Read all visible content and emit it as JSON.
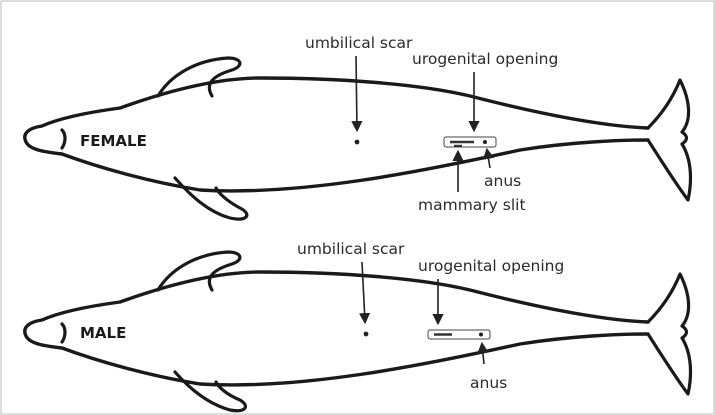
{
  "female": {
    "sex_label": "FEMALE",
    "umbilical_label": "umbilical scar",
    "urogenital_label": "urogenital opening",
    "anus_label": "anus",
    "mammary_label": "mammary slit"
  },
  "male": {
    "sex_label": "MALE",
    "umbilical_label": "umbilical scar",
    "urogenital_label": "urogenital opening",
    "anus_label": "anus"
  },
  "colors": {
    "outline": "#1a1a1a",
    "background": "#ffffff",
    "frame": "#bbbbbb"
  }
}
